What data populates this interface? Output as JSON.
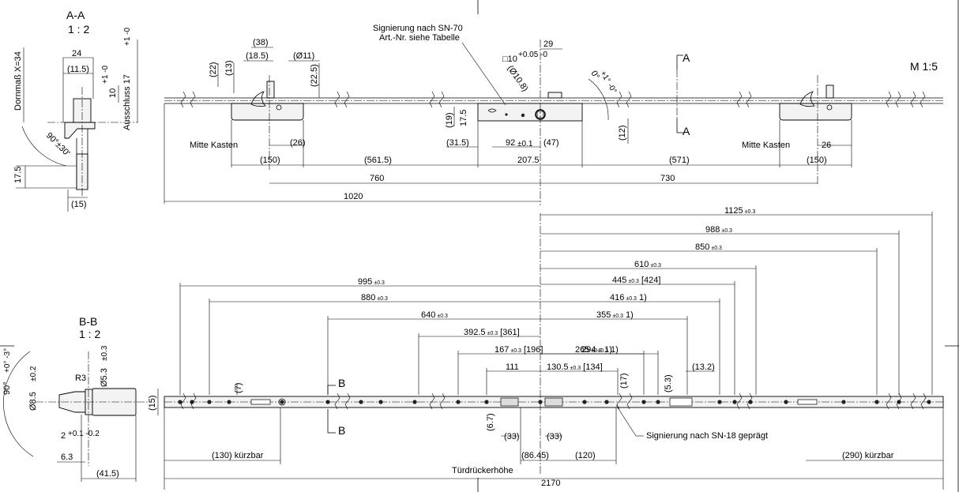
{
  "sections": {
    "aa": "A-A",
    "aa_scale": "1 : 2",
    "bb": "B-B",
    "bb_scale": "1 : 2",
    "cut_a": "A",
    "cut_b": "B"
  },
  "scale": "M 1:5",
  "notes": {
    "sig70_1": "Signierung nach SN-70",
    "sig70_2": "Art.-Nr. siehe Tabelle",
    "sig18": "Signierung nach SN-18 geprägt",
    "mitte_left": "Mitte Kasten",
    "mitte_right": "Mitte Kasten",
    "kurz_left": "(130) kürzbar",
    "kurz_right": "(290) kürzbar",
    "tuer": "Türdrückerhöhe"
  },
  "aa": {
    "dornmass": "Dornmaß X=34",
    "ausschluss": "Ausschluss 17",
    "aus_tol": "+1 -0",
    "d24": "24",
    "d115": "(11.5)",
    "d10": "10",
    "d10tol": "+1 -0",
    "angle": "90°±30'",
    "d175": "17.5",
    "d15": "(15)"
  },
  "bb": {
    "angle": "90°",
    "angle_tol": "+0° -3°",
    "d85": "Ø8.5",
    "d85tol": "±0.2",
    "r3": "R3",
    "d53": "Ø5.3",
    "d53tol": "±0.3",
    "d2": "2",
    "d2tol": "+0.1 -0.2",
    "d63": "6.3",
    "d415": "(41.5)",
    "d15": "(15)"
  },
  "top": {
    "d38": "(38)",
    "d185": "(18.5)",
    "d11": "(Ø11)",
    "d22": "(22)",
    "d13": "(13)",
    "d225": "(22.5)",
    "d26": "(26)",
    "d150l": "(150)",
    "d5615": "(561.5)",
    "d760": "760",
    "d1020": "1020",
    "d29": "29",
    "d10sq": "□10",
    "d10sqtol": "+0.05 -0",
    "d108": "(Ø10.8)",
    "d19": "(19)",
    "d175": "17.5",
    "d315": "(31.5)",
    "d92": "92",
    "d92tol": "±0.1",
    "d47": "(47)",
    "d2075": "207.5",
    "d12": "(12)",
    "d0": "0°",
    "d0tol": "+1° -0°",
    "d571": "(571)",
    "d730": "730",
    "d150r": "(150)",
    "d26r": "26"
  },
  "bottom": {
    "right": [
      {
        "v": "1125",
        "t": "±0.3",
        "x": ""
      },
      {
        "v": "988",
        "t": "±0.3",
        "x": ""
      },
      {
        "v": "850",
        "t": "±0.3",
        "x": ""
      },
      {
        "v": "610",
        "t": "±0.3",
        "x": ""
      },
      {
        "v": "445",
        "t": "±0.3",
        "x": " [424]"
      },
      {
        "v": "416",
        "t": "±0.3",
        "x": " 1)"
      },
      {
        "v": "355",
        "t": "±0.3",
        "x": " 1)"
      },
      {
        "v": "294",
        "t": "±0.3",
        "x": " 1)"
      },
      {
        "v": "265",
        "t": "±0.3",
        "x": " 1)"
      },
      {
        "v": "130.5",
        "t": "±0.3",
        "x": " [134]"
      }
    ],
    "left": [
      {
        "v": "995",
        "t": "±0.3",
        "x": ""
      },
      {
        "v": "880",
        "t": "±0.3",
        "x": ""
      },
      {
        "v": "640",
        "t": "±0.3",
        "x": ""
      },
      {
        "v": "392.5",
        "t": "±0.3",
        "x": " [361]"
      },
      {
        "v": "167",
        "t": "±0.3",
        "x": " [196]"
      },
      {
        "v": "111",
        "t": "",
        "x": ""
      }
    ],
    "d7": "(7)",
    "d17": "(17)",
    "d53": "(5.3)",
    "d132": "(13.2)",
    "d67": "(6.7)",
    "d33l": "(33)",
    "d33r": "(33)",
    "d8645": "(86.45)",
    "d120": "(120)",
    "d2170": "2170"
  }
}
